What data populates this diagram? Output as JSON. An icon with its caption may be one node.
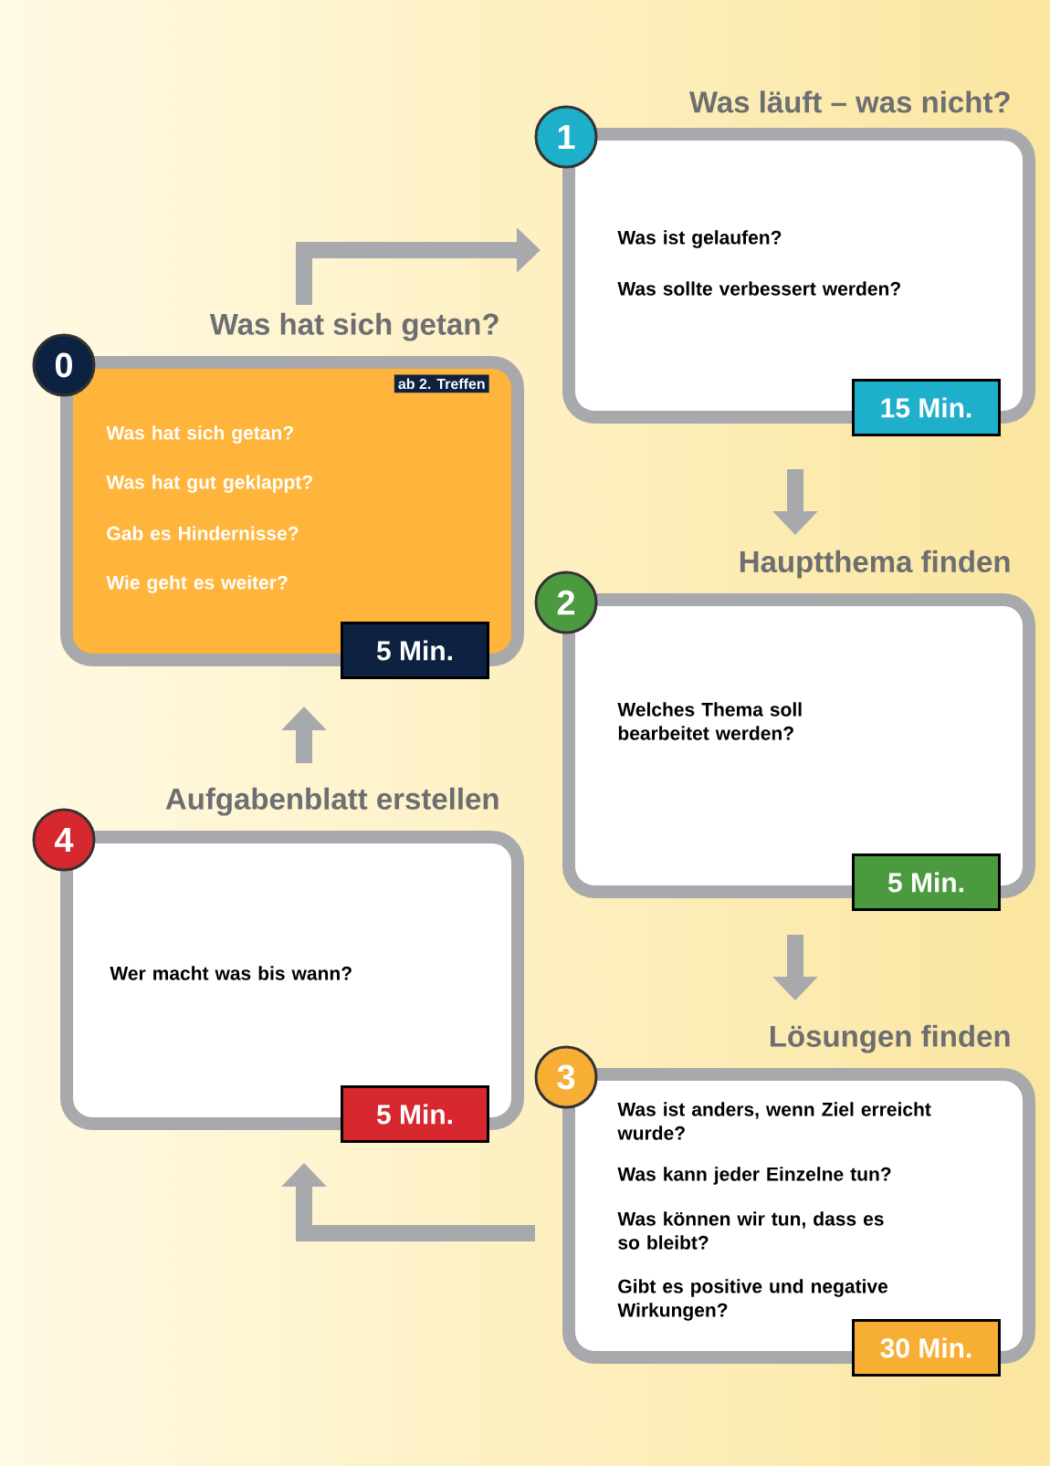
{
  "diagram": {
    "nodes": [
      {
        "text": [
          "Was hat sich getan?",
          "ab 2. Treffen",
          "Was hat sich getan?",
          "Was hat gut geklappt?",
          "Gab es Hindernisse?",
          "Wie geht es weiter?",
          "5 Min."
        ],
        "beside": [
          "0"
        ]
      },
      {
        "text": [
          "Was läuft – was nicht?",
          "Was ist gelaufen?",
          "Was sollte verbessert werden?",
          "15 Min."
        ],
        "beside": [
          "1"
        ]
      },
      {
        "text": [
          "Hauptthema finden",
          "Welches Thema soll bearbeitet werden?",
          "5 Min."
        ],
        "beside": [
          "2"
        ]
      },
      {
        "text": [
          "Lösungen finden",
          "Was ist anders, wenn Ziel erreicht wurde?",
          "Was kann jeder Einzelne tun?",
          "Was können wir tun, dass es so bleibt?",
          "Gibt es positive und negative Wirkungen?",
          "30 Min."
        ],
        "beside": [
          "3"
        ]
      },
      {
        "text": [
          "Aufgabenblatt erstellen",
          "Wer macht was bis wann?",
          "5 Min."
        ],
        "beside": [
          "4"
        ]
      }
    ],
    "edges": [
      {
        "from": 0,
        "to": 1,
        "arrow": "to"
      },
      {
        "from": 1,
        "to": 2,
        "arrow": "to"
      },
      {
        "from": 2,
        "to": 3,
        "arrow": "to"
      },
      {
        "from": 3,
        "to": 4,
        "arrow": "to"
      },
      {
        "from": 4,
        "to": 0,
        "arrow": "to"
      }
    ]
  }
}
